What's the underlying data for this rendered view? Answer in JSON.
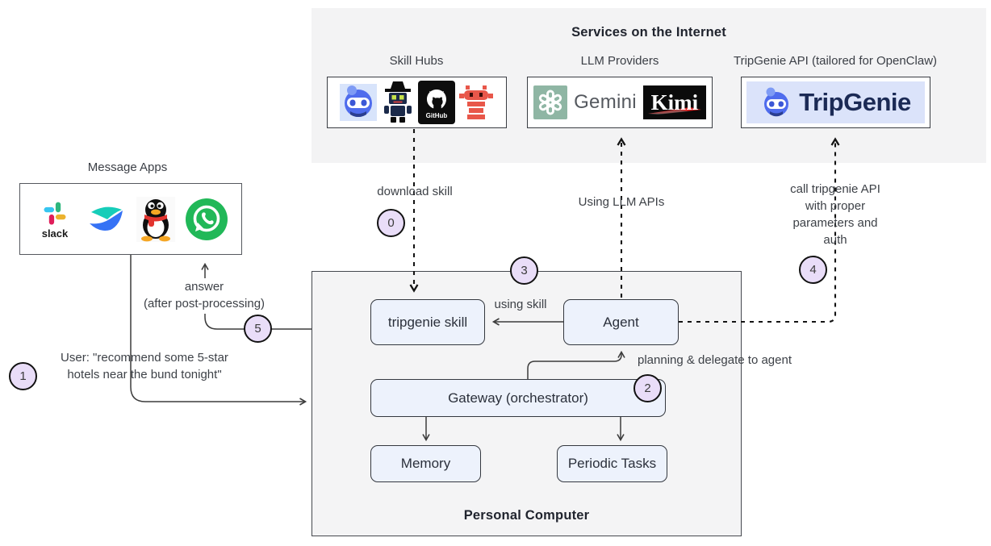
{
  "internet": {
    "title": "Services on the Internet",
    "skill_hubs": {
      "label": "Skill Hubs",
      "github_text": "GitHub"
    },
    "llm_providers": {
      "label": "LLM Providers",
      "gemini_text": "Gemini",
      "kimi_text": "Kimi"
    },
    "tripgenie_api": {
      "label": "TripGenie API (tailored for OpenClaw)",
      "brand_text": "TripGenie"
    }
  },
  "message_apps": {
    "label": "Message Apps",
    "slack_text": "slack"
  },
  "computer": {
    "title": "Personal Computer",
    "nodes": {
      "tripgenie_skill": "tripgenie skill",
      "agent": "Agent",
      "gateway": "Gateway (orchestrator)",
      "memory": "Memory",
      "periodic_tasks": "Periodic Tasks"
    }
  },
  "edges": {
    "download_skill": {
      "badge": "0",
      "label": "download skill"
    },
    "user_request": {
      "badge": "1",
      "line1": "User: \"recommend some 5-star",
      "line2": "hotels near the bund tonight\""
    },
    "planning": {
      "badge": "2",
      "label": "planning & delegate to agent"
    },
    "llm_apis": {
      "badge": "3",
      "label": "Using LLM APIs"
    },
    "call_api": {
      "badge": "4",
      "line1": "call tripgenie API",
      "line2": "with proper",
      "line3": "parameters and",
      "line4": "auth"
    },
    "answer": {
      "badge": "5",
      "line1": "answer",
      "line2": "(after post-processing)"
    },
    "using_skill": {
      "label": "using skill"
    }
  },
  "colors": {
    "panel_bg": "#f3f3f4",
    "node_fill": "#edf2fc",
    "node_border": "#34383f",
    "badge_fill": "#e9ddf8",
    "accent_blue": "#4f6ced",
    "slack_blue": "#36C5F0",
    "slack_green": "#2EB67D",
    "slack_yellow": "#ECB22E",
    "slack_red": "#E01E5A",
    "whatsapp_green": "#21b858",
    "openai_sage": "#8fb6a4",
    "kimi_red": "#e02424"
  }
}
